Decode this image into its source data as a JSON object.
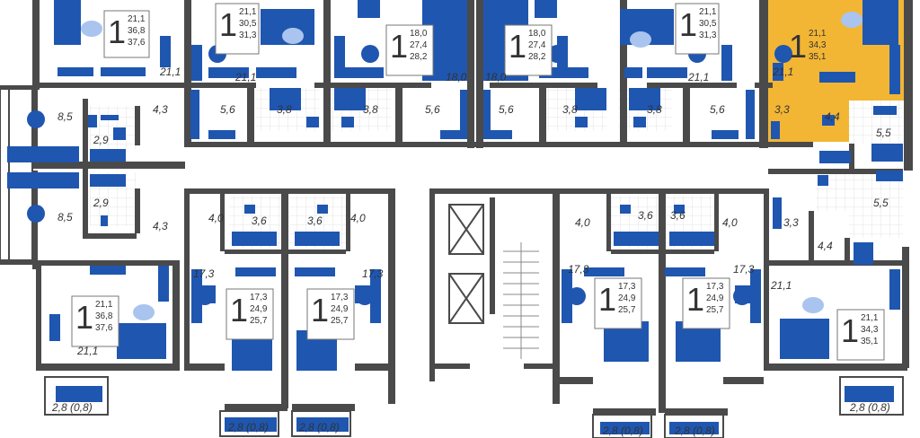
{
  "colors": {
    "wall": "#4a4a4a",
    "furniture": "#1f56b0",
    "highlight": "#f2b634",
    "grid": "#d8d8d8",
    "text": "#333333"
  },
  "apartments": [
    {
      "id": "apt-top-1",
      "rooms": "1",
      "areas": [
        "21,1",
        "36,8",
        "37,6"
      ]
    },
    {
      "id": "apt-top-2",
      "rooms": "1",
      "areas": [
        "21,1",
        "30,5",
        "31,3"
      ]
    },
    {
      "id": "apt-top-3",
      "rooms": "1",
      "areas": [
        "18,0",
        "27,4",
        "28,2"
      ]
    },
    {
      "id": "apt-top-4",
      "rooms": "1",
      "areas": [
        "18,0",
        "27,4",
        "28,2"
      ]
    },
    {
      "id": "apt-top-5",
      "rooms": "1",
      "areas": [
        "21,1",
        "30,5",
        "31,3"
      ]
    },
    {
      "id": "apt-top-6-highlighted",
      "rooms": "1",
      "areas": [
        "21,1",
        "34,3",
        "35,1"
      ]
    },
    {
      "id": "apt-bot-1",
      "rooms": "1",
      "areas": [
        "21,1",
        "36,8",
        "37,6"
      ]
    },
    {
      "id": "apt-bot-2",
      "rooms": "1",
      "areas": [
        "17,3",
        "24,9",
        "25,7"
      ]
    },
    {
      "id": "apt-bot-3",
      "rooms": "1",
      "areas": [
        "17,3",
        "24,9",
        "25,7"
      ]
    },
    {
      "id": "apt-bot-4",
      "rooms": "1",
      "areas": [
        "17,3",
        "24,9",
        "25,7"
      ]
    },
    {
      "id": "apt-bot-5",
      "rooms": "1",
      "areas": [
        "17,3",
        "24,9",
        "25,7"
      ]
    },
    {
      "id": "apt-bot-6",
      "rooms": "1",
      "areas": [
        "21,1",
        "34,3",
        "35,1"
      ]
    }
  ],
  "room_labels": [
    "21,1",
    "21,1",
    "18,0",
    "18,0",
    "21,1",
    "21,1",
    "4,3",
    "5,6",
    "3,8",
    "3,8",
    "5,6",
    "5,6",
    "3,8",
    "3,8",
    "5,6",
    "3,3",
    "4,4",
    "5,5",
    "8,5",
    "2,9",
    "2,9",
    "8,5",
    "4,3",
    "4,0",
    "3,6",
    "3,6",
    "4,0",
    "4,0",
    "3,6",
    "3,6",
    "4,0",
    "3,3",
    "5,5",
    "4,4",
    "17,3",
    "17,3",
    "17,3",
    "17,3",
    "21,1",
    "21,1"
  ],
  "balconies": [
    "2,8 (0,8)",
    "2,8 (0,8)",
    "2,8 (0,8)",
    "2,8 (0,8)",
    "2,8 (0,8)",
    "2,8 (0,8)"
  ]
}
